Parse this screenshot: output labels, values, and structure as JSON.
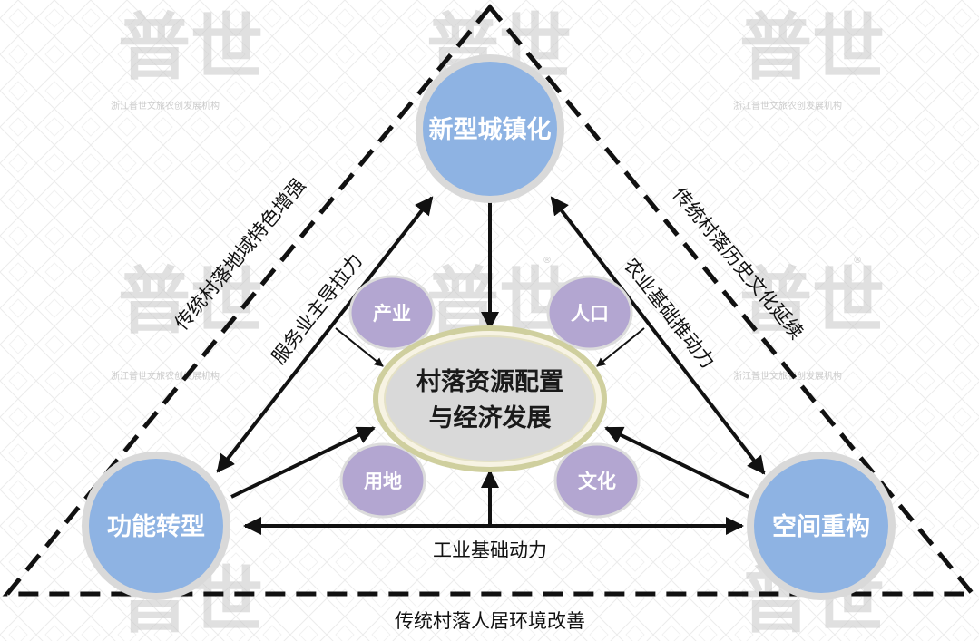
{
  "colors": {
    "node_fill": "#8eb3e3",
    "node_stroke": "#d9d9d9",
    "resource_fill": "#b3a6d1",
    "center_fill": "#f7f3e3",
    "center_stroke": "#cfcf9e",
    "line": "#111111"
  },
  "watermark": {
    "glyph": "普世",
    "caption": "浙江普世文旅农创发展机构",
    "registered": "®"
  },
  "nodes": {
    "top": "新型城镇化",
    "left": "功能转型",
    "right": "空间重构"
  },
  "center": {
    "line1": "村落资源配置",
    "line2": "与经济发展"
  },
  "resources": {
    "industry": "产业",
    "population": "人口",
    "land": "用地",
    "culture": "文化"
  },
  "edges": {
    "left_inner": "服务业主导拉力",
    "right_inner": "农业基础推动力",
    "bottom_inner": "工业基础动力"
  },
  "outer": {
    "left": "传统村落地域特色增强",
    "right": "传统村落历史文化延续",
    "bottom": "传统村落人居环境改善"
  }
}
